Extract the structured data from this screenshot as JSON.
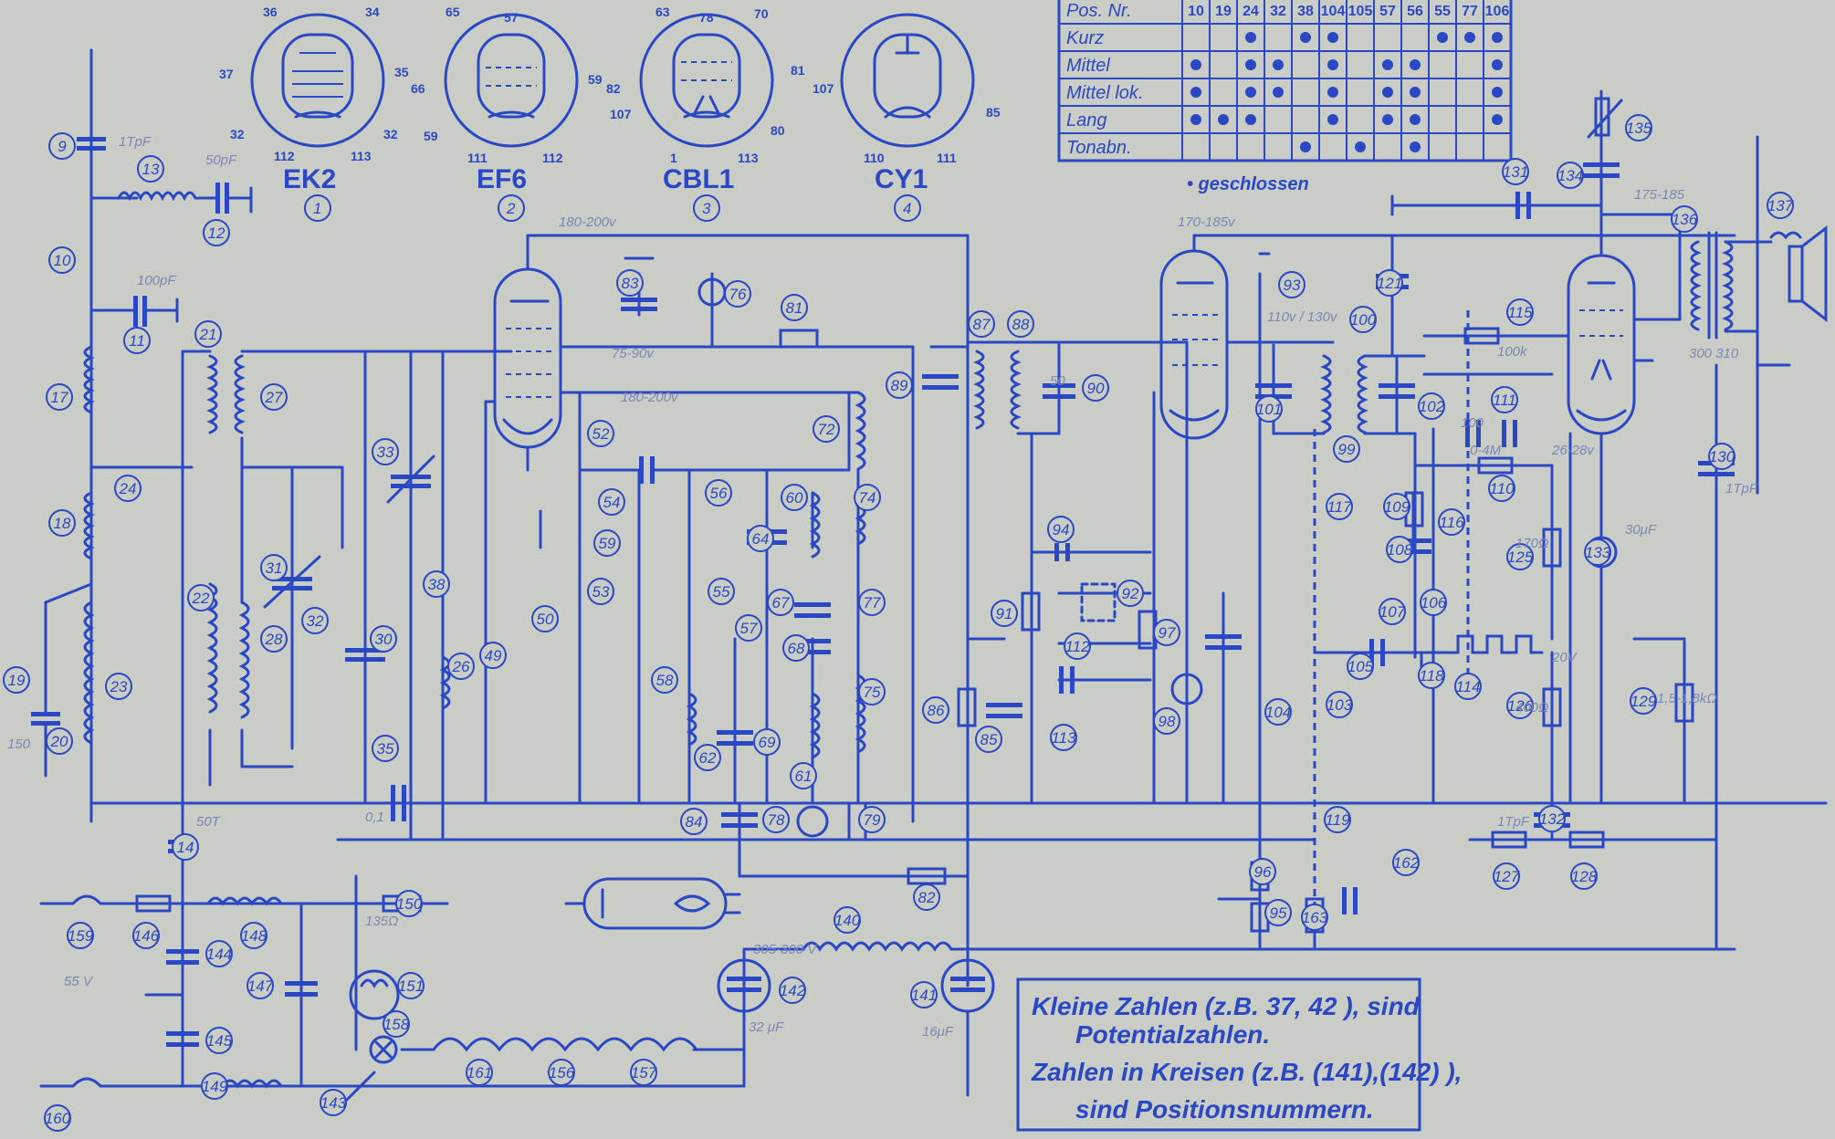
{
  "colors": {
    "paper": "#c9cdc6",
    "ink": "#2a47c4",
    "pencil": "#7a86b8"
  },
  "tubes": [
    {
      "name": "EK2",
      "pos": "1",
      "pins": [
        "36",
        "34",
        "37",
        "35",
        "32",
        "112",
        "113",
        "32"
      ]
    },
    {
      "name": "EF6",
      "pos": "2",
      "pins": [
        "65",
        "57",
        "66",
        "59",
        "59",
        "111",
        "112"
      ]
    },
    {
      "name": "CBL1",
      "pos": "3",
      "pins": [
        "63",
        "78",
        "70",
        "82",
        "81",
        "107",
        "80",
        "1",
        "113"
      ]
    },
    {
      "name": "CY1",
      "pos": "4",
      "pins": [
        "107",
        "85",
        "110",
        "111"
      ]
    }
  ],
  "table": {
    "header_label": "Pos. Nr.",
    "columns": [
      "10",
      "19",
      "24",
      "32",
      "38",
      "104",
      "105",
      "57",
      "56",
      "55",
      "77",
      "106"
    ],
    "rows": [
      {
        "label": "Kurz",
        "dots": [
          0,
          0,
          1,
          0,
          1,
          1,
          0,
          0,
          0,
          1,
          1,
          1
        ]
      },
      {
        "label": "Mittel",
        "dots": [
          1,
          0,
          1,
          1,
          0,
          1,
          0,
          1,
          1,
          0,
          0,
          1
        ]
      },
      {
        "label": "Mittel lok.",
        "dots": [
          1,
          0,
          1,
          1,
          0,
          1,
          0,
          1,
          1,
          0,
          0,
          1
        ]
      },
      {
        "label": "Lang",
        "dots": [
          1,
          1,
          1,
          0,
          0,
          1,
          0,
          1,
          1,
          0,
          0,
          1
        ]
      },
      {
        "label": "Tonabn.",
        "dots": [
          0,
          0,
          0,
          0,
          1,
          0,
          1,
          0,
          1,
          0,
          0,
          0
        ]
      }
    ],
    "legend": "• geschlossen"
  },
  "note": {
    "line1": "Kleine Zahlen (z.B. 37, 42 ), sind",
    "line2": "Potentialzahlen.",
    "line3": "Zahlen in Kreisen (z.B. (141),(142) ),",
    "line4": "sind Positionsnummern."
  },
  "labels": {
    "antenna_pf": "1TpF",
    "c12": "50pF",
    "c11": "100pF",
    "v_screen": "180-200v",
    "v_screen2": "180-200v",
    "v_osc": "75-90v",
    "v_ef6": "170-185v",
    "v_ef6b": "110v / 130v",
    "v_out": "175-185",
    "v_out2": "300 310",
    "v_cath": "26-28v",
    "r110": "0-4M",
    "r115": "100k",
    "c125": "170Ω",
    "c133": "30μF",
    "r126": "400Ω",
    "r129": "1,5-1,8kΩ",
    "c136": "1TpF",
    "c76": "20V",
    "r150": "135Ω",
    "mains": "55 V",
    "c142": "32 μF",
    "c141": "16μF",
    "v140": "305-300 V",
    "c35": "0,1",
    "c14": "50T",
    "c20": "150",
    "c132": "1TpF",
    "r105": "100",
    "r130": "50"
  },
  "positions": [
    "9",
    "13",
    "12",
    "10",
    "11",
    "17",
    "24",
    "18",
    "19",
    "20",
    "23",
    "14",
    "21",
    "27",
    "22",
    "28",
    "31",
    "32",
    "33",
    "30",
    "35",
    "38",
    "26",
    "49",
    "50",
    "52",
    "53",
    "54",
    "56",
    "59",
    "55",
    "58",
    "60",
    "64",
    "67",
    "68",
    "62",
    "69",
    "61",
    "57",
    "72",
    "74",
    "77",
    "75",
    "79",
    "78",
    "84",
    "82",
    "83",
    "76",
    "81",
    "89",
    "87",
    "88",
    "90",
    "86",
    "85",
    "91",
    "92",
    "94",
    "93",
    "96",
    "97",
    "98",
    "95",
    "99",
    "100",
    "101",
    "102",
    "103",
    "104",
    "105",
    "106",
    "107",
    "108",
    "109",
    "110",
    "111",
    "112",
    "113",
    "114",
    "115",
    "116",
    "117",
    "118",
    "119",
    "121",
    "125",
    "126",
    "127",
    "128",
    "129",
    "130",
    "131",
    "132",
    "133",
    "134",
    "135",
    "136",
    "137",
    "140",
    "141",
    "142",
    "143",
    "144",
    "145",
    "146",
    "147",
    "148",
    "149",
    "150",
    "151",
    "156",
    "157",
    "158",
    "159",
    "160",
    "161",
    "162",
    "163"
  ]
}
